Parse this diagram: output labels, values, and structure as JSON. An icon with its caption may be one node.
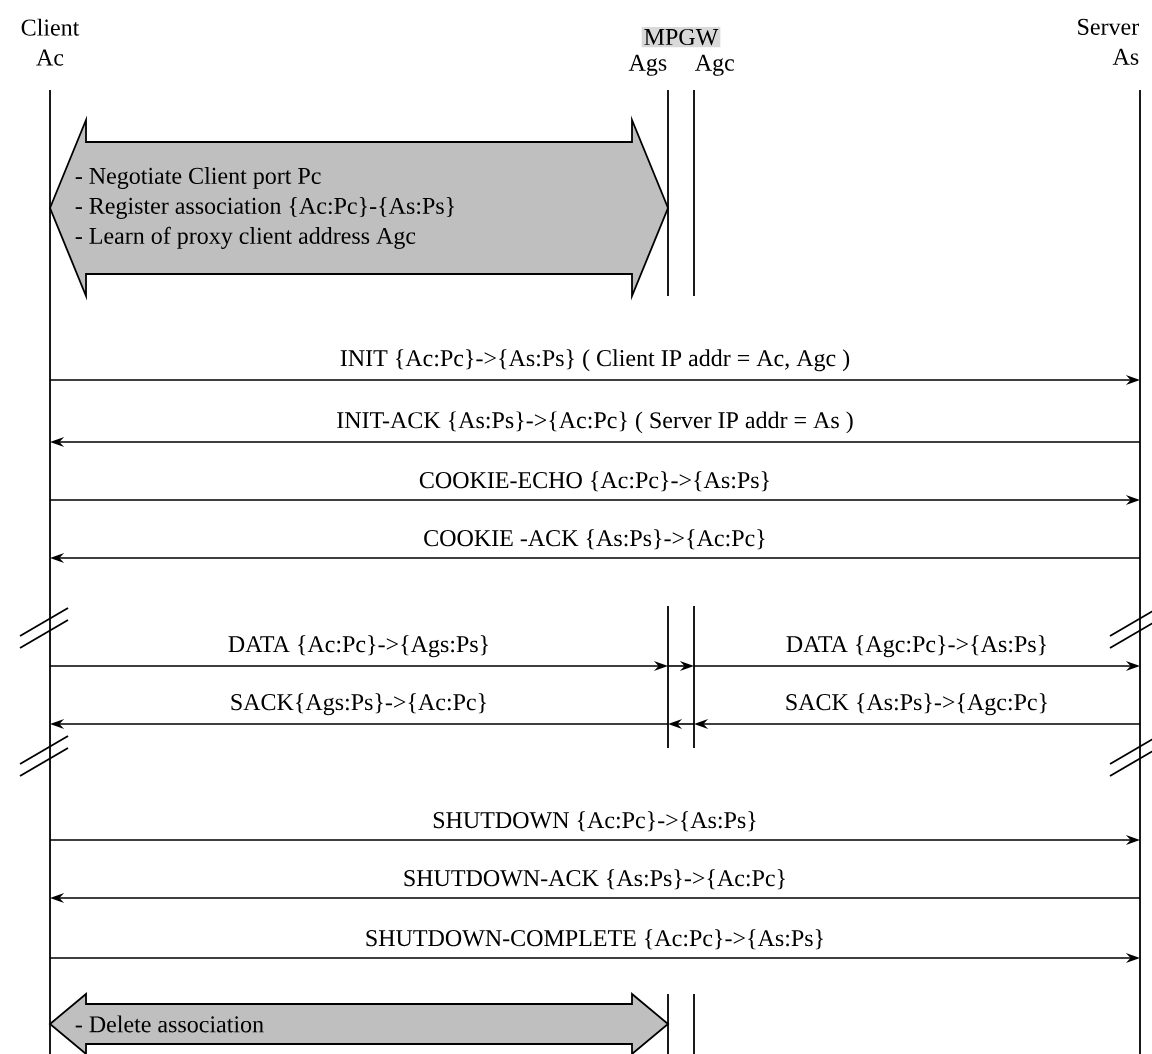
{
  "diagram": {
    "nodes": [
      {
        "text": [
          "Client",
          "Ac"
        ]
      },
      {
        "text": [
          "Ags"
        ]
      },
      {
        "text": [
          "Agc"
        ]
      },
      {
        "text": [
          "Server",
          "As"
        ]
      },
      {
        "text": [
          "- Negotiate Client port Pc",
          "- Register association {Ac:Pc}-{As:Ps}",
          "- Learn of proxy client address Agc"
        ]
      },
      {
        "text": [
          "- Delete association"
        ]
      },
      {
        "text": [],
        "shape": "bar"
      },
      {
        "text": [],
        "shape": "bar"
      }
    ],
    "edges": [
      {
        "from": 0,
        "to": 3,
        "arrow": "to",
        "label": "INIT {Ac:Pc}->{As:Ps} ( Client IP addr = Ac, Agc )"
      },
      {
        "from": 3,
        "to": 0,
        "arrow": "to",
        "label": "INIT-ACK {As:Ps}->{Ac:Pc} ( Server IP addr = As )"
      },
      {
        "from": 0,
        "to": 3,
        "arrow": "to",
        "label": "COOKIE-ECHO {Ac:Pc}->{As:Ps}"
      },
      {
        "from": 3,
        "to": 0,
        "arrow": "to",
        "label": "COOKIE -ACK {As:Ps}->{Ac:Pc}"
      },
      {
        "from": 0,
        "to": 6,
        "arrow": "to",
        "label": "DATA {Ac:Pc}->{Ags:Ps}"
      },
      {
        "from": 6,
        "to": 7,
        "arrow": "to"
      },
      {
        "from": 7,
        "to": 3,
        "arrow": "to",
        "label": "DATA {Agc:Pc}->{As:Ps}"
      },
      {
        "from": 3,
        "to": 7,
        "arrow": "to",
        "label": "SACK {As:Ps}->{Agc:Pc}"
      },
      {
        "from": 7,
        "to": 6,
        "arrow": "to"
      },
      {
        "from": 6,
        "to": 0,
        "arrow": "to",
        "label": "SACK{Ags:Ps}->{Ac:Pc}"
      },
      {
        "from": 0,
        "to": 3,
        "arrow": "to",
        "label": "SHUTDOWN {Ac:Pc}->{As:Ps}"
      },
      {
        "from": 3,
        "to": 0,
        "arrow": "to",
        "label": "SHUTDOWN-ACK {As:Ps}->{Ac:Pc}"
      },
      {
        "from": 0,
        "to": 3,
        "arrow": "to",
        "label": "SHUTDOWN-COMPLETE {Ac:Pc}->{As:Ps}"
      }
    ],
    "labels": [
      "MPGW"
    ]
  }
}
